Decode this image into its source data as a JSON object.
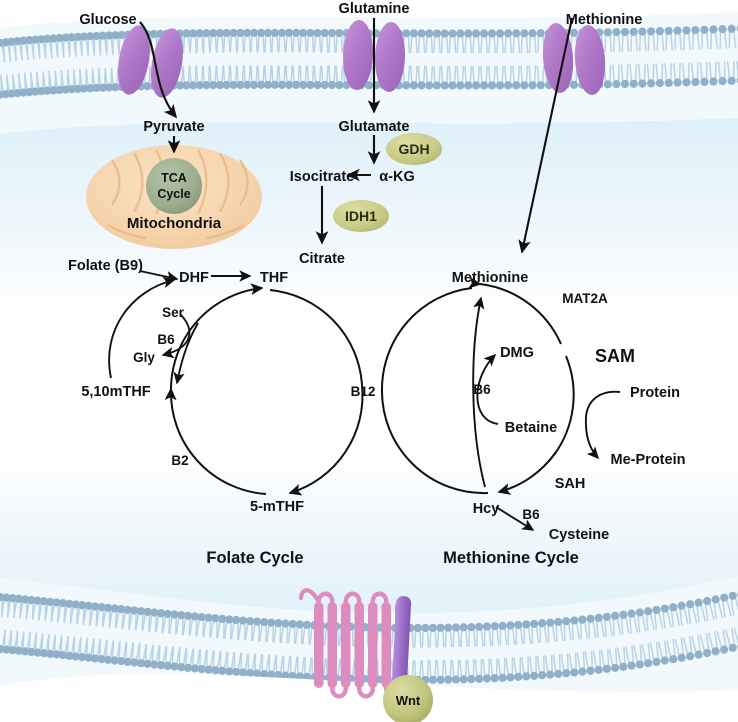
{
  "figure": {
    "title": "One-carbon metabolism: folate and methionine cycles in a cell",
    "background_color": "#ffffff",
    "cytoplasm_color": "#e6f3fa"
  },
  "colors": {
    "membrane_head": "#8fb0c8",
    "membrane_tail": "#b9d3e3",
    "transporter_purple": "#b078c9",
    "mitochondria_fill": "#f6d5ae",
    "mitochondria_cristae": "#ecc094",
    "tca_circle": "#9bad8d",
    "enzyme_oval": "#c8ca86",
    "sam_blue": "#1a5fd6",
    "wnt_sphere": "#c3c67e",
    "wnt_rod": "#9b6fc9",
    "receptor_helix": "#dd8cc0",
    "stroke_black": "#111111"
  },
  "extracellular": {
    "metabolites": [
      {
        "name": "glucose-label",
        "label": "Glucose"
      },
      {
        "name": "glutamine-label",
        "label": "Glutamine"
      },
      {
        "name": "methionine-extracellular-label",
        "label": "Methionine"
      }
    ]
  },
  "transporters": [
    {
      "name": "glucose-transporter",
      "cargo": "Glucose"
    },
    {
      "name": "glutamine-transporter",
      "cargo": "Glutamine"
    },
    {
      "name": "methionine-transporter",
      "cargo": "Methionine"
    }
  ],
  "cytoplasm": {
    "glycolysis": {
      "pyruvate": "Pyruvate"
    },
    "mitochondria": {
      "organelle_label": "Mitochondria",
      "tca_line1": "TCA",
      "tca_line2": "Cycle"
    },
    "glutaminolysis": {
      "glutamate": "Glutamate",
      "akg": "α-KG",
      "isocitrate": "Isocitrate",
      "citrate": "Citrate"
    },
    "enzymes": [
      {
        "name": "enzyme-gdh",
        "label": "GDH"
      },
      {
        "name": "enzyme-idh1",
        "label": "IDH1"
      }
    ]
  },
  "folate_cycle": {
    "title": "Folate Cycle",
    "nodes": [
      {
        "name": "folate-b9",
        "label": "Folate (B9)"
      },
      {
        "name": "dhf",
        "label": "DHF"
      },
      {
        "name": "thf",
        "label": "THF"
      },
      {
        "name": "five-ten-mthf",
        "label": "5,10mTHF"
      },
      {
        "name": "five-mthf",
        "label": "5-mTHF"
      },
      {
        "name": "serine",
        "label": "Ser"
      },
      {
        "name": "glycine",
        "label": "Gly"
      }
    ],
    "cofactors": [
      {
        "name": "cofactor-b6-folate",
        "label": "B6"
      },
      {
        "name": "cofactor-b2",
        "label": "B2"
      }
    ]
  },
  "shared": {
    "b12": "B12"
  },
  "methionine_cycle": {
    "title": "Methionine Cycle",
    "nodes": [
      {
        "name": "methionine",
        "label": "Methionine"
      },
      {
        "name": "sam",
        "label": "SAM"
      },
      {
        "name": "sah",
        "label": "SAH"
      },
      {
        "name": "hcy",
        "label": "Hcy"
      },
      {
        "name": "cysteine",
        "label": "Cysteine"
      },
      {
        "name": "betaine",
        "label": "Betaine"
      },
      {
        "name": "dmg",
        "label": "DMG"
      },
      {
        "name": "protein",
        "label": "Protein"
      },
      {
        "name": "me-protein",
        "label": "Me-Protein"
      }
    ],
    "enzymes": [
      {
        "name": "enzyme-mat2a",
        "label": "MAT2A"
      }
    ],
    "cofactors": [
      {
        "name": "cofactor-b6-betaine",
        "label": "B6"
      },
      {
        "name": "cofactor-b6-cysteine",
        "label": "B6"
      }
    ]
  },
  "basal_membrane": {
    "receptor_label": "Wnt"
  }
}
